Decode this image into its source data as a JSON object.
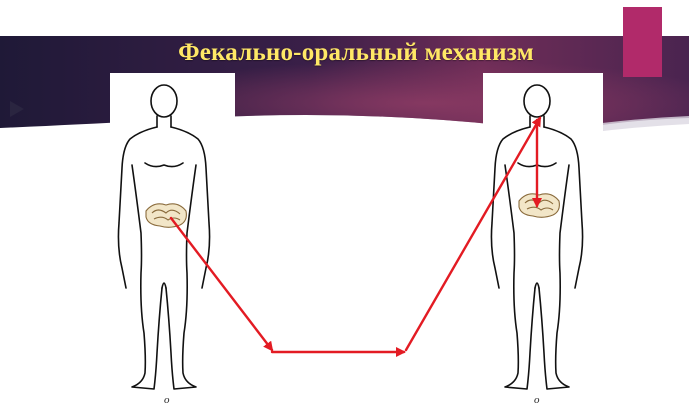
{
  "slide": {
    "title": "Фекально-оральный механизм",
    "colors": {
      "banner_dark": "#231a3b",
      "banner_light": "#74305a",
      "accent_block": "#b12a6a",
      "title_text": "#ffe866",
      "arrow": "#e31b23"
    }
  },
  "figures": {
    "left": {
      "caption": "о"
    },
    "right": {
      "caption": "о"
    }
  },
  "icons": [
    "play-triangle-icon"
  ]
}
